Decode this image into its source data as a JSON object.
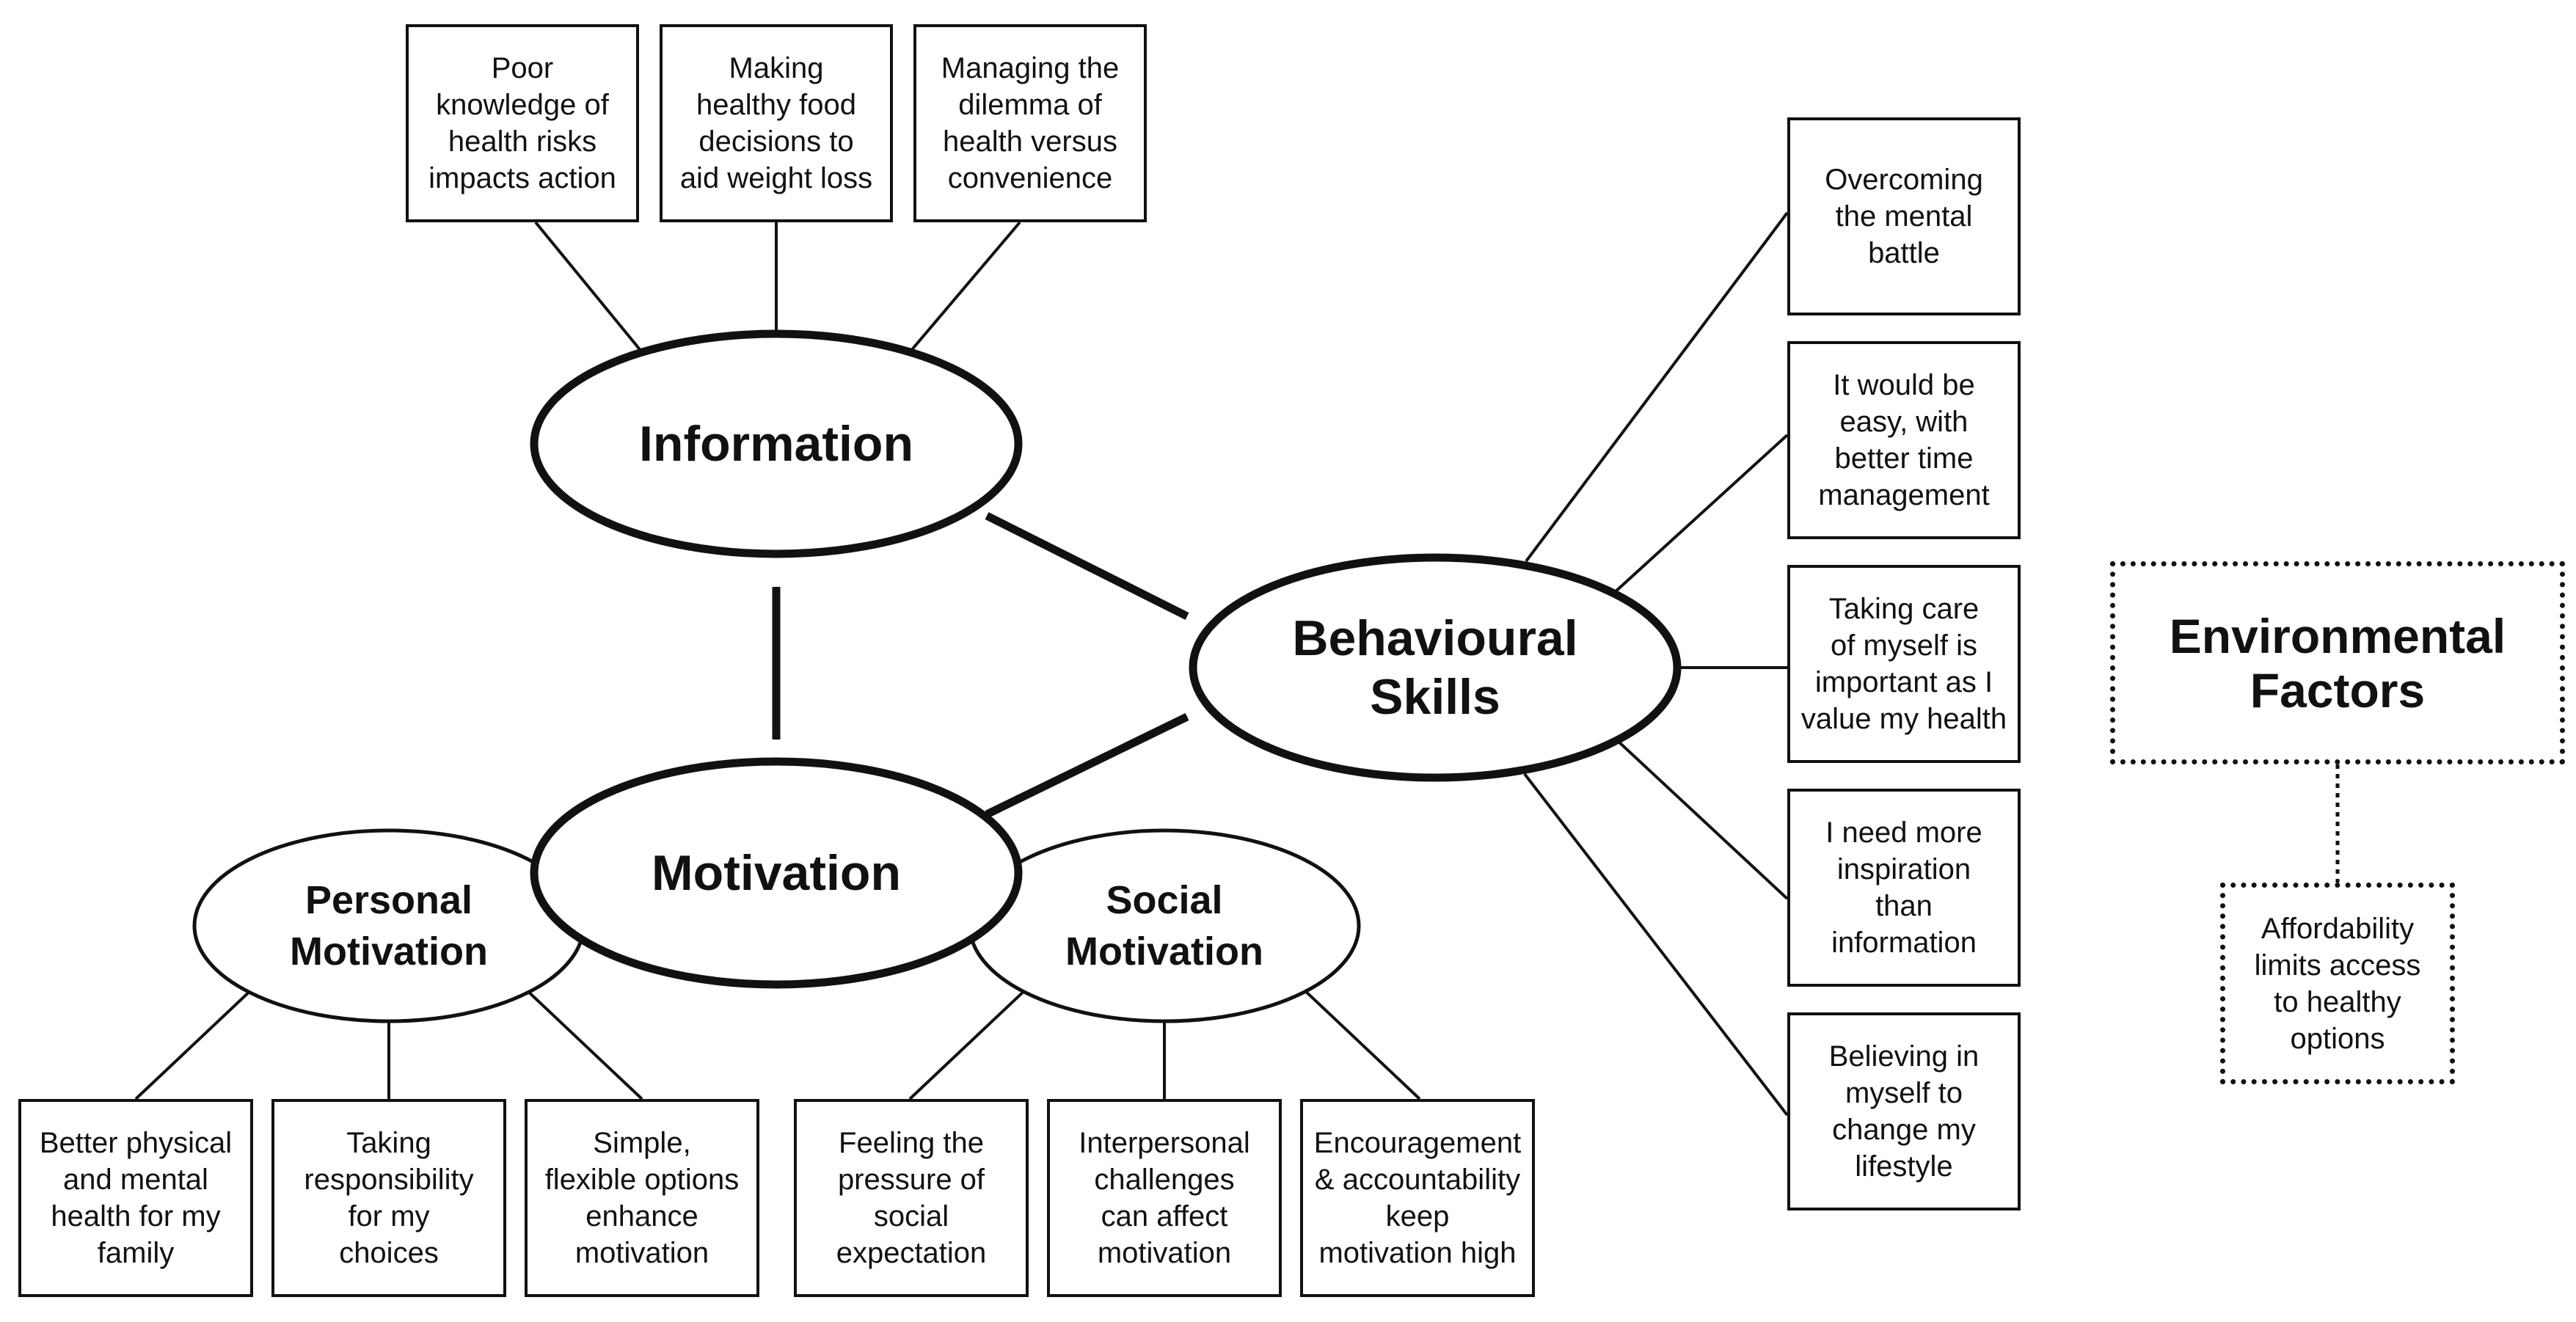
{
  "nodes": {
    "information": "Information",
    "motivation": "Motivation",
    "behavioural_skills": "Behavioural\nSkills",
    "personal_motivation": "Personal\nMotivation",
    "social_motivation": "Social\nMotivation",
    "environmental_factors": "Environmental\nFactors"
  },
  "information_boxes": [
    "Poor\nknowledge of\nhealth risks\nimpacts action",
    "Making\nhealthy food\ndecisions to\naid weight loss",
    "Managing the\ndilemma of\nhealth versus\nconvenience"
  ],
  "behavioural_boxes": [
    "Overcoming\nthe mental\nbattle",
    "It would be\neasy, with\nbetter time\nmanagement",
    "Taking care\nof myself is\nimportant as I\nvalue my health",
    "I need more\ninspiration\nthan\ninformation",
    "Believing in\nmyself to\nchange my\nlifestyle"
  ],
  "personal_boxes": [
    "Better physical\nand mental\nhealth for my\nfamily",
    "Taking\nresponsibility\nfor my\nchoices",
    "Simple,\nflexible options\nenhance\nmotivation"
  ],
  "social_boxes": [
    "Feeling the\npressure of\nsocial\nexpectation",
    "Interpersonal\nchallenges\ncan affect\nmotivation",
    "Encouragement\n& accountability\nkeep\nmotivation high"
  ],
  "environmental_boxes": [
    "Affordability\nlimits access\nto healthy\noptions"
  ]
}
